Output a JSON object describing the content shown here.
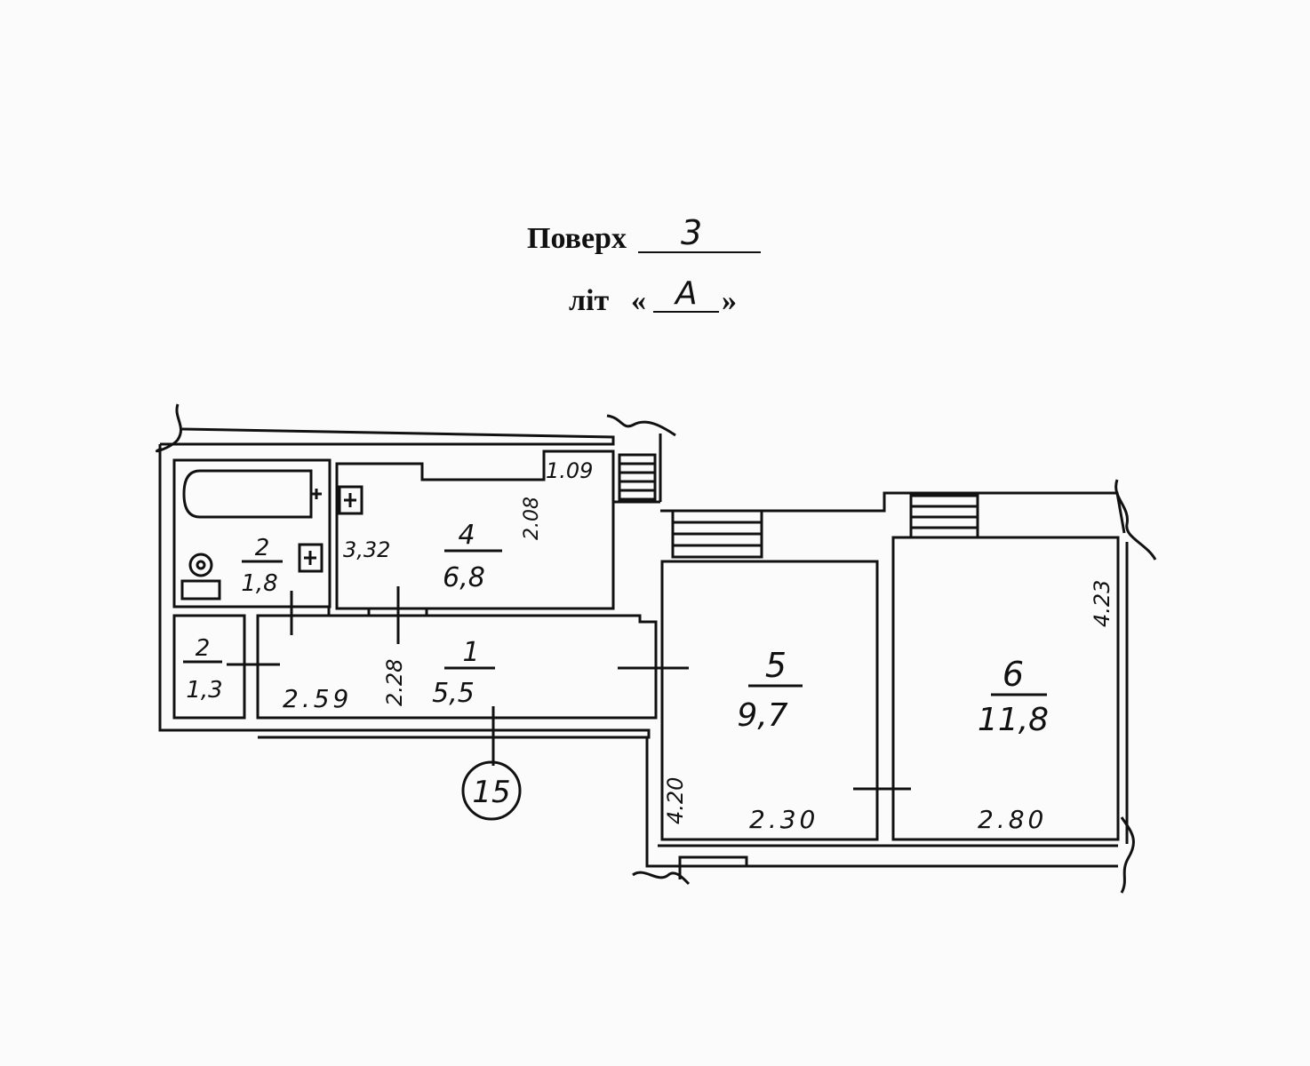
{
  "header": {
    "floor_label": "Поверх",
    "floor_value": "3",
    "letter_label": "літ",
    "quote_open": "«",
    "letter_value": "А",
    "quote_close": "»"
  },
  "plan": {
    "apartment_number": "15",
    "rooms": [
      {
        "id": "r2a",
        "number": "2",
        "area": "1,8"
      },
      {
        "id": "r2b",
        "number": "2",
        "area": "1,3"
      },
      {
        "id": "r4",
        "number": "4",
        "area": "6,8"
      },
      {
        "id": "r1",
        "number": "1",
        "area": "5,5"
      },
      {
        "id": "r5",
        "number": "5",
        "area": "9,7"
      },
      {
        "id": "r6",
        "number": "6",
        "area": "11,8"
      }
    ],
    "dimensions": {
      "d109": "1.09",
      "d208": "2.08",
      "d332": "3,32",
      "d228": "2.28",
      "d259": "2.59",
      "d420": "4.20",
      "d230": "2.30",
      "d280": "2.80",
      "d423": "4.23"
    }
  }
}
